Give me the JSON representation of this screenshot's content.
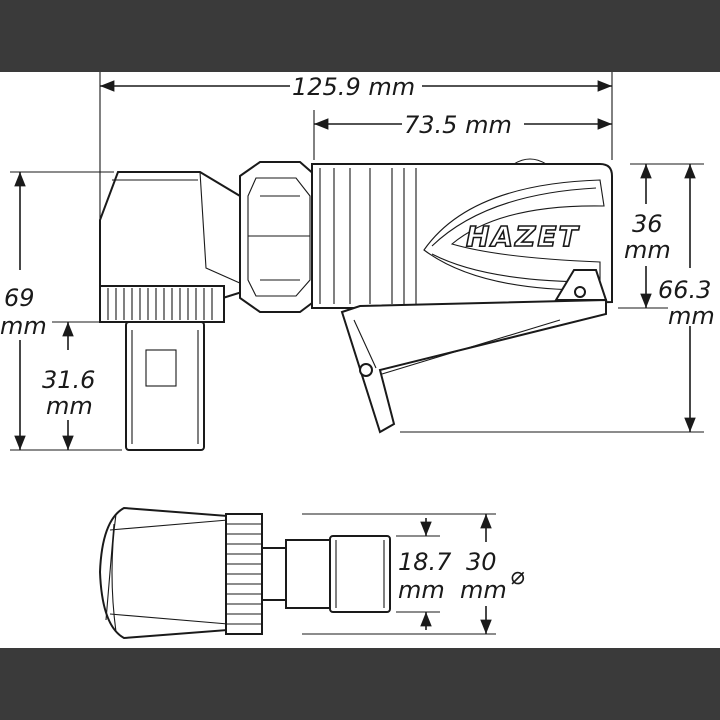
{
  "brand_label": "HAZET",
  "dimensions": {
    "overall_length": "125.9 mm",
    "motor_length": "73.5 mm",
    "housing_height_value": "36",
    "housing_height_unit": "mm",
    "total_height_value": "66.3",
    "total_height_unit": "mm",
    "head_height_value": "69",
    "head_height_unit": "mm",
    "spindle_length_value": "31.6",
    "spindle_length_unit": "mm",
    "collet_diameter_value": "18.7",
    "collet_diameter_unit": "mm",
    "head_diameter_value": "30",
    "head_diameter_unit": "mm",
    "diameter_symbol": "⌀"
  },
  "colors": {
    "band": "#3a3a3a",
    "line": "#1a1a1a",
    "background": "#ffffff"
  }
}
